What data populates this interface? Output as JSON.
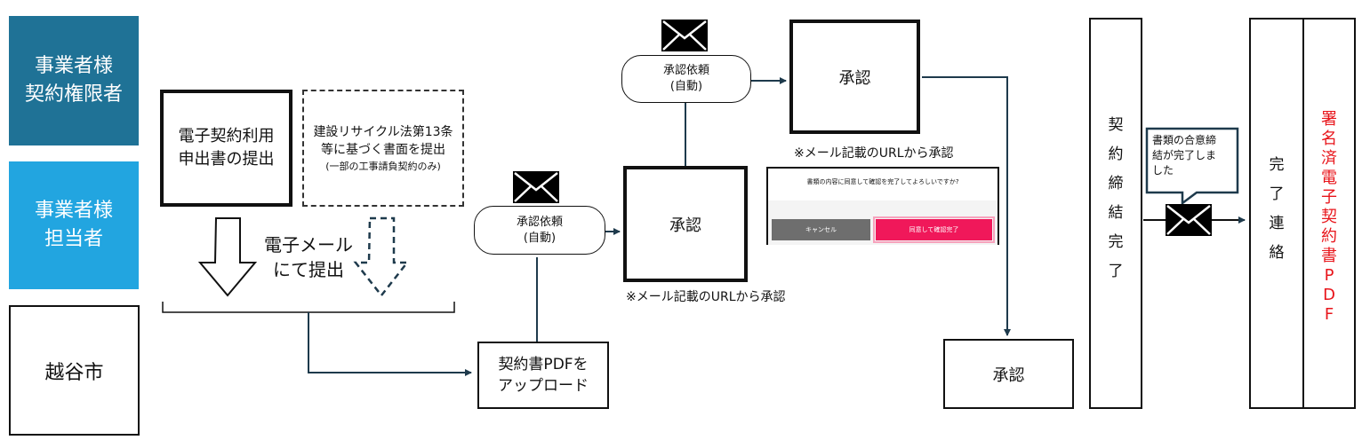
{
  "lanes": {
    "authority": [
      "事業者様",
      "契約権限者"
    ],
    "staff": [
      "事業者様",
      "担当者"
    ],
    "city": "越谷市"
  },
  "submission": {
    "application": [
      "電子契約利用",
      "申出書の提出"
    ],
    "recycling": [
      "建設リサイクル法第13条",
      "等に基づく書面を提出",
      "(一部の工事請負契約のみ)"
    ],
    "email_label": [
      "電子メール",
      "にて提出"
    ]
  },
  "upload_box": [
    "契約書PDFを",
    "アップロード"
  ],
  "approval_request": [
    "承認依頼",
    "(自動)"
  ],
  "approve_label": "承認",
  "url_note": "※メール記載のURLから承認",
  "dialog": {
    "question": "書類の内容に同意して確認を完了してよろしいですか?",
    "cancel_label": "キャンセル",
    "confirm_label": "同意して確認完了"
  },
  "contract_complete": [
    "契",
    "約",
    "締",
    "結",
    "完",
    "了"
  ],
  "completion_bubble": [
    "書類の合意締",
    "結が完了しま",
    "した"
  ],
  "completion_notice": [
    "完",
    "了",
    "連",
    "絡"
  ],
  "signed_pdf": [
    "署",
    "名",
    "済",
    "電",
    "子",
    "契",
    "約",
    "書",
    "P",
    "D",
    "F"
  ],
  "colors": {
    "lane_dark": "#1f7296",
    "lane_light": "#22a5e0",
    "connector": "#1e3a4c",
    "confirm": "#f0185a",
    "cancel": "#6e6e6e",
    "signed_pdf_text": "#e8151b"
  }
}
